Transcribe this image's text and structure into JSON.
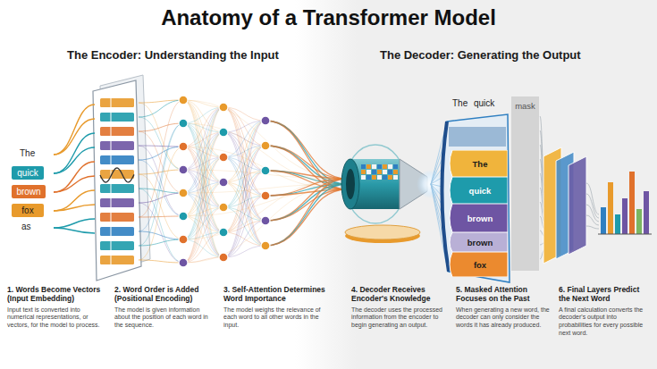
{
  "diagram": {
    "title": "Anatomy of a Transformer Model",
    "nodes": [
      {
        "text": [
          "quick"
        ]
      },
      {
        "text": [
          "brown"
        ]
      },
      {
        "text": [
          "fox"
        ]
      },
      {
        "text": [
          "The"
        ]
      },
      {
        "text": [
          "quick"
        ]
      },
      {
        "text": [
          "brown"
        ]
      },
      {
        "text": [
          "brown"
        ]
      },
      {
        "text": [
          "fox"
        ]
      },
      {
        "text": [
          "mask"
        ]
      }
    ],
    "labels": [
      "The Encoder: Understanding the Input",
      "The Decoder: Generating the Output",
      "The",
      "as",
      "The",
      "quick",
      "1. Words Become Vectors (Input Embedding)",
      "Input text is converted into numerical representations, or vectors, for the model to process.",
      "2. Word Order is Added (Positional Encoding)",
      "The model is given information about the position of each word in the sequence.",
      "3. Self-Attention Determines Word Importance",
      "The model weighs the relevance of each word to all other words in the input.",
      "4. Decoder Receives Encoder's Knowledge",
      "The decoder uses the processed information from the encoder to begin generating an output.",
      "5. Masked Attention Focuses on the Past",
      "When generating a new word, the decoder can only consider the words it has already produced.",
      "6. Final Layers Predict the Next Word",
      "A final calculation converts the decoder's output into probabilities for every possible next word."
    ]
  }
}
